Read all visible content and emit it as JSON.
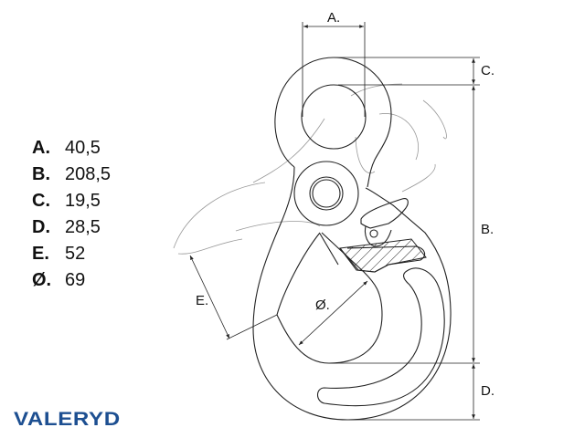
{
  "specs": [
    {
      "key": "A.",
      "value": "40,5"
    },
    {
      "key": "B.",
      "value": "208,5"
    },
    {
      "key": "C.",
      "value": "19,5"
    },
    {
      "key": "D.",
      "value": "28,5"
    },
    {
      "key": "E.",
      "value": "52"
    },
    {
      "key": "Ø.",
      "value": "69"
    }
  ],
  "drawing_labels": {
    "a": "A.",
    "b": "B.",
    "c": "C.",
    "d": "D.",
    "e": "E.",
    "dia": "Ø."
  },
  "brand": "VALERYD",
  "colors": {
    "brand": "#1d4f91",
    "line": "#222222",
    "motion": "#999999"
  }
}
